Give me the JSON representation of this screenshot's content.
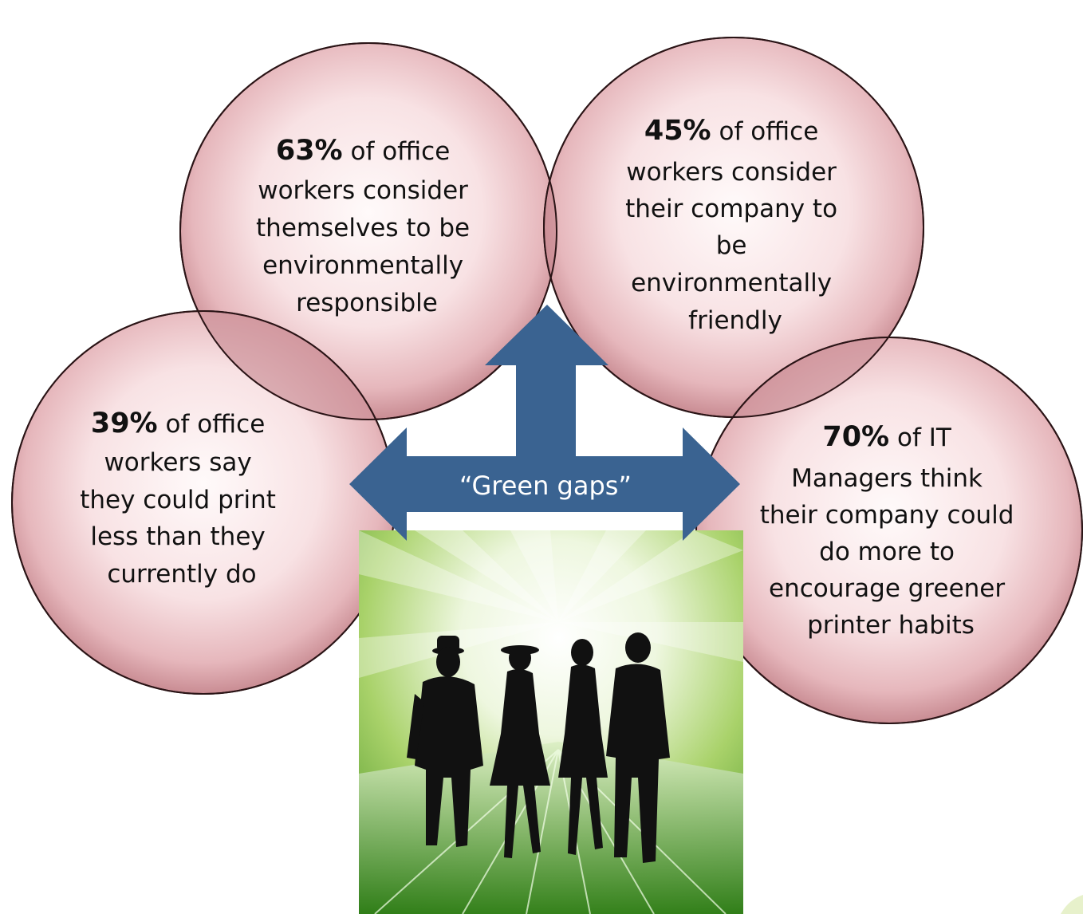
{
  "circles": [
    {
      "id": "top-left",
      "percent": "63%",
      "lines": [
        " of office",
        "workers consider",
        "themselves to be",
        "environmentally",
        "responsible"
      ]
    },
    {
      "id": "top-right",
      "percent": "45%",
      "lines": [
        " of office",
        "workers consider",
        "their company to",
        "be",
        "environmentally",
        "friendly"
      ]
    },
    {
      "id": "left",
      "percent": "39%",
      "lines": [
        " of office",
        "workers say",
        "they could print",
        "less than they",
        "currently do"
      ]
    },
    {
      "id": "right",
      "percent": "70%",
      "lines": [
        " of IT",
        "Managers think",
        "their company could",
        "do more to",
        "encourage greener",
        "printer habits"
      ]
    }
  ],
  "arrow": {
    "label": "“Green gaps”",
    "color": "#3a6391"
  },
  "colors": {
    "circle_fill_light": "#fbecee",
    "circle_fill_dark": "#c98c93",
    "circle_stroke": "#2a1416",
    "overlap_fill": "#c27f88"
  },
  "image": {
    "subject": "four-people-silhouette",
    "background": "green-light-burst"
  }
}
